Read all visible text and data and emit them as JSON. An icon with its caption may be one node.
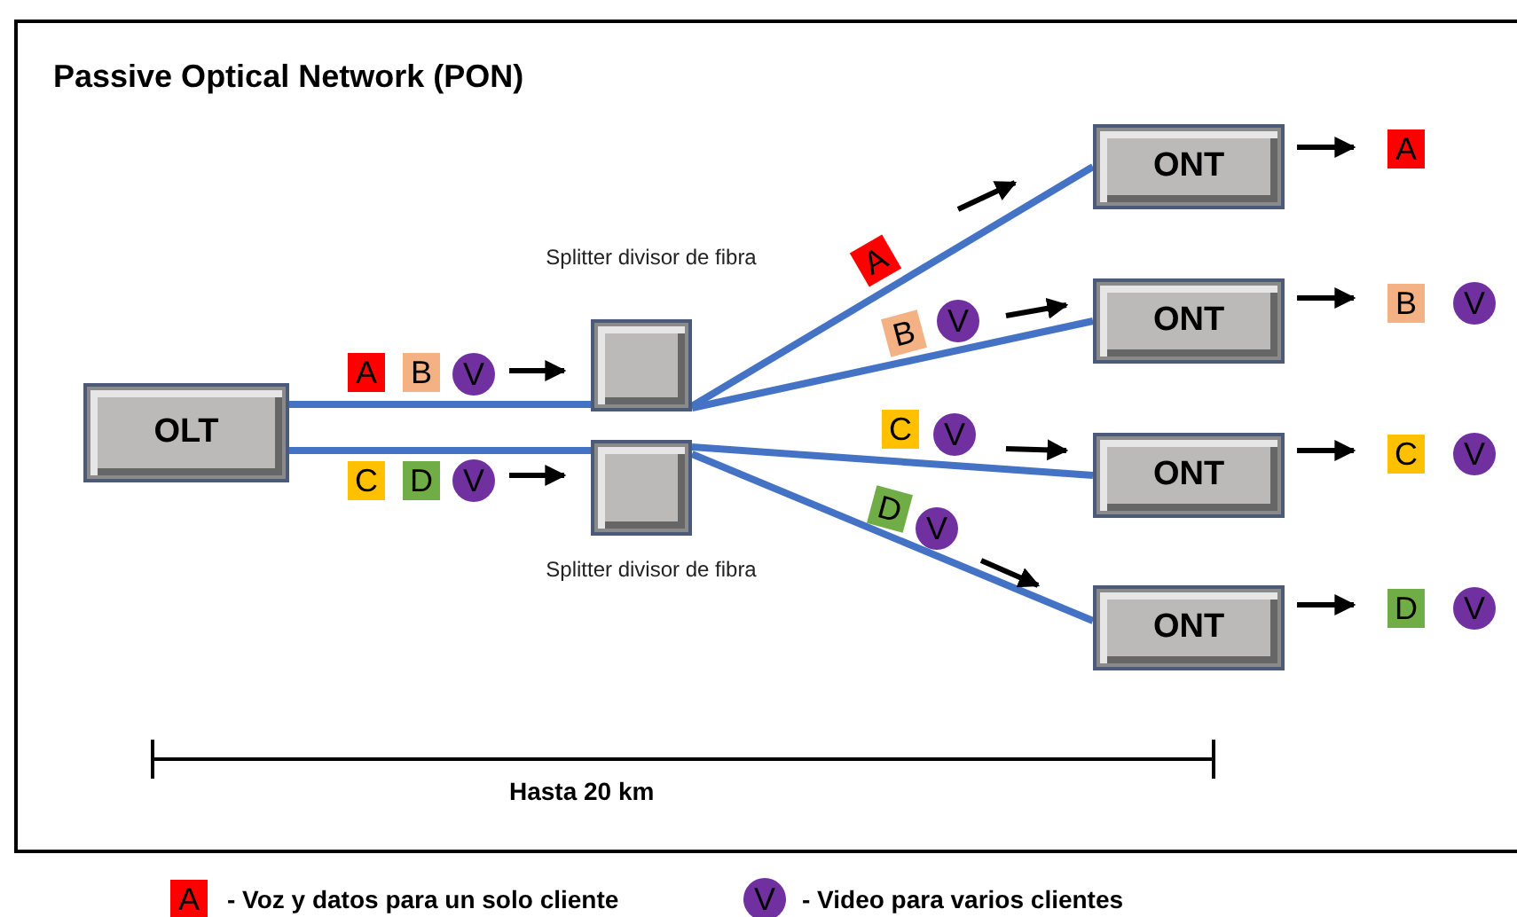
{
  "diagram": {
    "title": "Passive Optical Network (PON)",
    "nodes": [
      {
        "text": [
          "OLT"
        ]
      },
      {
        "text": [
          "Splitter divisor de fibra"
        ]
      },
      {
        "text": [
          "Splitter divisor de fibra"
        ]
      },
      {
        "text": [
          "ONT"
        ]
      },
      {
        "text": [
          "ONT"
        ]
      },
      {
        "text": [
          "ONT"
        ]
      },
      {
        "text": [
          "ONT"
        ]
      }
    ],
    "edges": [
      {
        "from": 0,
        "to": 1,
        "arrow": "none"
      },
      {
        "from": 0,
        "to": 2,
        "arrow": "none"
      },
      {
        "from": 1,
        "to": 3,
        "arrow": "none"
      },
      {
        "from": 1,
        "to": 4,
        "arrow": "none"
      },
      {
        "from": 2,
        "to": 5,
        "arrow": "none"
      },
      {
        "from": 2,
        "to": 6,
        "arrow": "none"
      }
    ],
    "labels": [
      "A",
      "A",
      "B",
      "V",
      "B",
      "V",
      "A",
      "B",
      "V",
      "C",
      "V",
      "C",
      "V",
      "C",
      "D",
      "V",
      "D",
      "V",
      "D",
      "V",
      "Hasta 20 km",
      "A",
      "V"
    ],
    "legend": [
      {
        "text": "- Voz y datos para un solo cliente",
        "color": "#ff0000"
      },
      {
        "text": "- Video para varios clientes",
        "color": "#7030a0"
      }
    ]
  }
}
